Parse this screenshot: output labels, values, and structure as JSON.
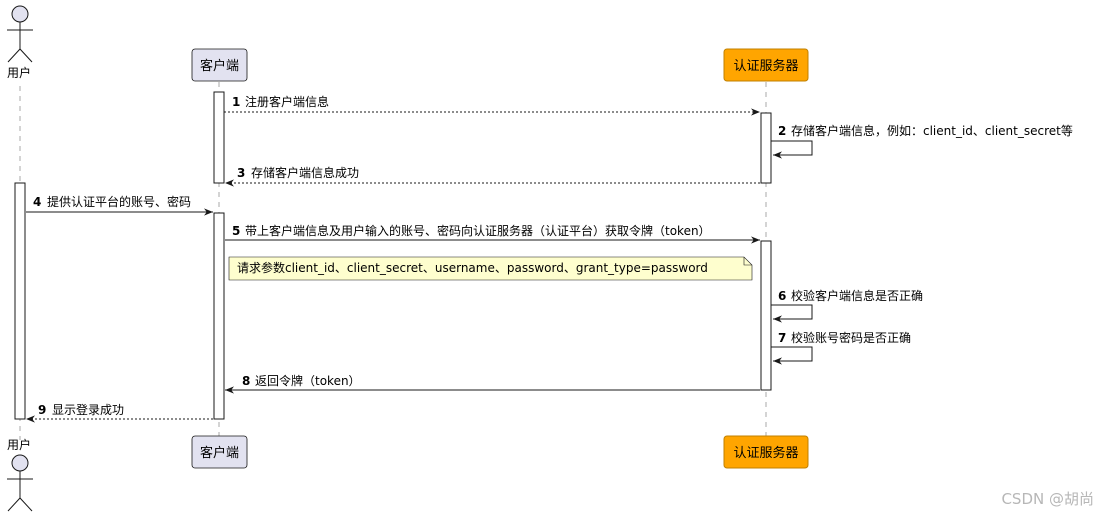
{
  "participants": {
    "user": {
      "label": "用户"
    },
    "client": {
      "label": "客户端"
    },
    "server": {
      "label": "认证服务器"
    }
  },
  "messages": [
    {
      "num": "1",
      "text": "注册客户端信息"
    },
    {
      "num": "2",
      "text": "存储客户端信息，例如：client_id、client_secret等"
    },
    {
      "num": "3",
      "text": "存储客户端信息成功"
    },
    {
      "num": "4",
      "text": "提供认证平台的账号、密码"
    },
    {
      "num": "5",
      "text": "带上客户端信息及用户输入的账号、密码向认证服务器（认证平台）获取令牌（token）"
    },
    {
      "num": "6",
      "text": "校验客户端信息是否正确"
    },
    {
      "num": "7",
      "text": "校验账号密码是否正确"
    },
    {
      "num": "8",
      "text": "返回令牌（token）"
    },
    {
      "num": "9",
      "text": "显示登录成功"
    }
  ],
  "note": {
    "text": "请求参数client_id、client_secret、username、password、grant_type=password"
  },
  "watermark": "CSDN @胡尚",
  "colors": {
    "client_box": "#e2e2f0",
    "client_border": "#181818",
    "server_box": "#ffa500",
    "server_border": "#c08000",
    "note_fill": "#fefece",
    "actor_fill": "#e2e2f0",
    "line": "#181818",
    "lifeline": "#aaaaaa"
  }
}
